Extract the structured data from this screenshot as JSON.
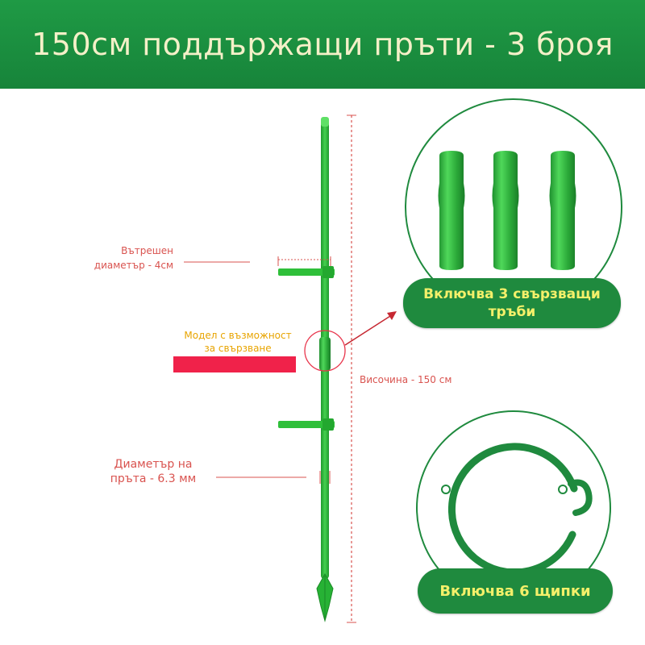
{
  "header": {
    "title": "150см поддържащи пръти - 3 броя"
  },
  "labels": {
    "inner_diameter_line1": "Вътрешен",
    "inner_diameter_line2": "диаметър - 4см",
    "joinable_line1": "Модел с възможност",
    "joinable_line2": "за свързване",
    "height": "Височина - 150 см",
    "rod_diameter_line1": "Диаметър на",
    "rod_diameter_line2": "пръта - 6.3 мм"
  },
  "callouts": {
    "connectors_line1": "Включва 3 свързващи",
    "connectors_line2": "тръби",
    "clips": "Включва 6 щипки"
  },
  "colors": {
    "header_green": "#1a8f40",
    "rod_green": "#2fbf3a",
    "accent_red": "#e8344b",
    "label_red": "#d9534f",
    "label_yellow": "#e8a400",
    "pill_text": "#f4f06a"
  }
}
